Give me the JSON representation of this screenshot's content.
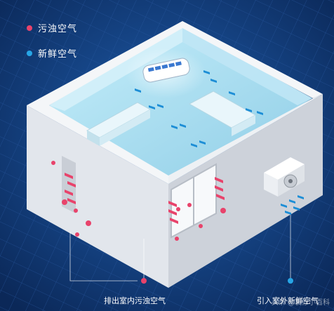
{
  "legend": [
    {
      "label": "污浊空气",
      "color": "#e8436b"
    },
    {
      "label": "新鲜空气",
      "color": "#27a6e6"
    }
  ],
  "captions": {
    "exhaust": "排出室内污浊空气",
    "intake": "引入室外新鲜空气"
  },
  "watermark": "头条 @装修小百科",
  "colors": {
    "background": "#0d2f66",
    "grid": "#1e4b8f",
    "wall": "#e7eaef",
    "interior": "#aee0f2",
    "dirty_air": "#e8436b",
    "fresh_air": "#27a6e6"
  },
  "icons": [
    "air-conditioner-icon",
    "sofa-icon",
    "outdoor-unit-icon"
  ]
}
